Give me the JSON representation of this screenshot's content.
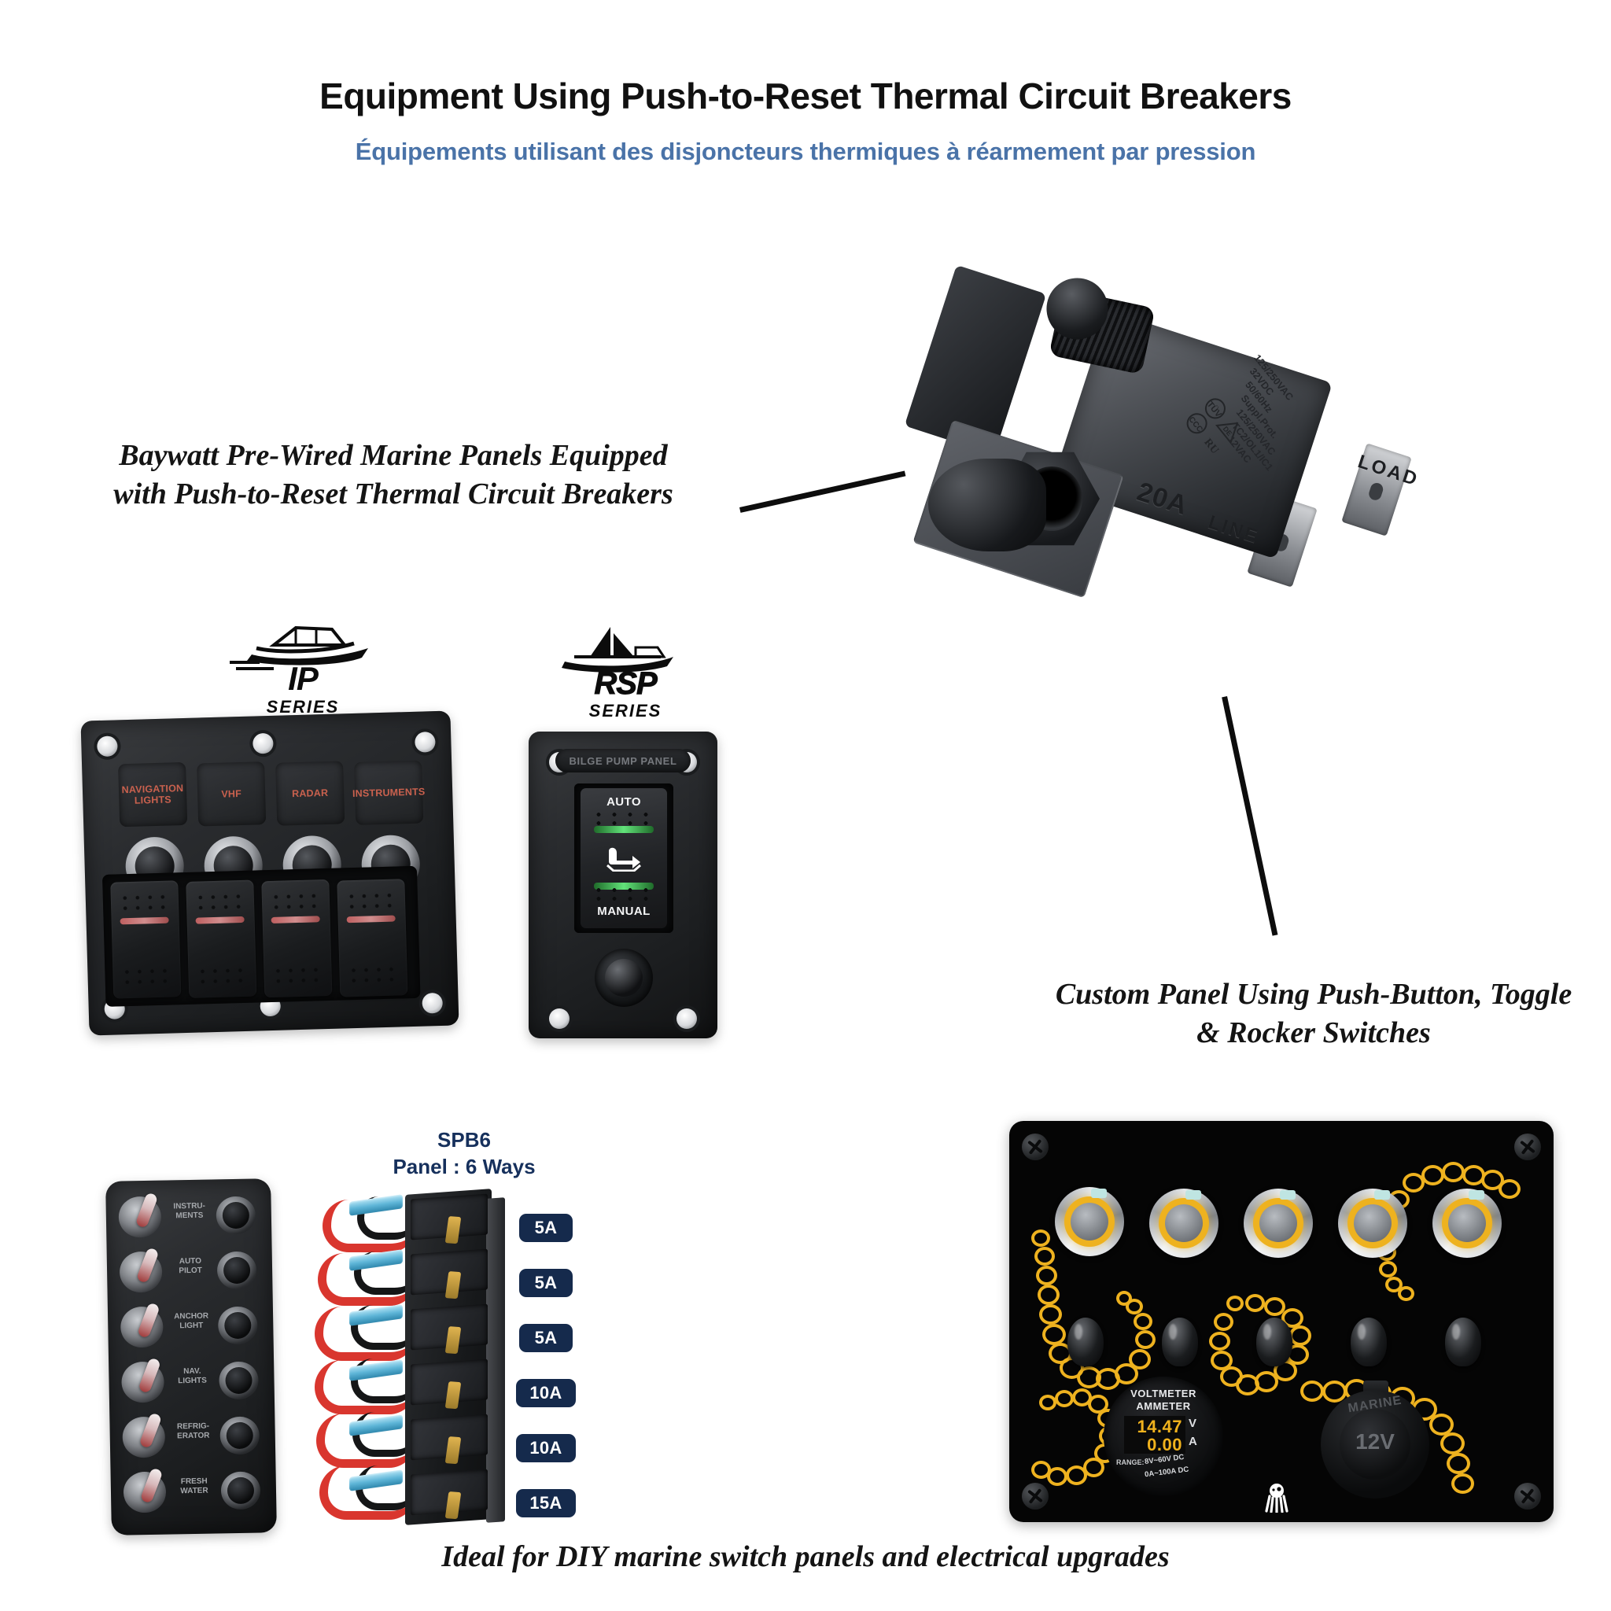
{
  "header": {
    "title": "Equipment Using Push-to-Reset Thermal Circuit Breakers",
    "subtitle": "Équipements utilisant des disjoncteurs thermiques à réarmement par pression",
    "title_color": "#111111",
    "subtitle_color": "#4a73a8"
  },
  "annotations": {
    "left_note": "Baywatt Pre-Wired Marine Panels Equipped with Push-to-Reset Thermal Circuit Breakers",
    "right_note": "Custom Panel Using Push-Button, Toggle & Rocker Switches",
    "bottom_caption": "Ideal for DIY marine switch panels and electrical upgrades"
  },
  "breaker": {
    "rating": "20A",
    "line_label": "LINE",
    "load_label": "LOAD",
    "certs": "Ⓜ ⚠ Ⓒ Ⓡ",
    "specs": [
      "125/250VAC",
      "32VDC",
      "50/60Hz",
      "Suppl.Prot.",
      "125/250VAC",
      "TC2/OL1/IC1",
      "12VAC"
    ]
  },
  "ip_series": {
    "logo_name": "IP",
    "logo_series": "SERIES",
    "labels": [
      "NAVIGATION LIGHTS",
      "VHF",
      "RADAR",
      "INSTRUMENTS"
    ],
    "rocker_count": 4,
    "breaker_count": 4
  },
  "rsp_series": {
    "logo_name": "RSP",
    "logo_series": "SERIES",
    "panel_title": "BILGE PUMP PANEL",
    "rocker_top": "AUTO",
    "rocker_bottom": "MANUAL",
    "led_color": "#62e37a"
  },
  "spb6": {
    "model": "SPB6",
    "subtitle": "Panel : 6 Ways",
    "label_color": "#16305c",
    "switch_labels": [
      "INSTRU-\nMENTS",
      "AUTO\nPILOT",
      "ANCHOR\nLIGHT",
      "NAV.\nLIGHTS",
      "REFRIG-\nERATOR",
      "FRESH\nWATER"
    ],
    "amp_badges": [
      "5A",
      "5A",
      "5A",
      "10A",
      "10A",
      "15A"
    ],
    "badge_color": "#152a4c",
    "wire_colors": [
      "#d9362e",
      "#151617"
    ],
    "spade_color": "#5fb6d8"
  },
  "custom_panel": {
    "push_button_count": 5,
    "toggle_count": 5,
    "accent_color": "#eeb21f",
    "meter": {
      "title_line1": "VOLTMETER",
      "title_line2": "AMMETER",
      "voltage": "14.47",
      "current": "0.00",
      "unit_v": "V",
      "unit_a": "A",
      "range_label": "RANGE:",
      "range_v": "8V~60V DC",
      "range_a": "0A~100A DC"
    },
    "socket": {
      "brand": "MARINE",
      "rating": "12V"
    }
  }
}
